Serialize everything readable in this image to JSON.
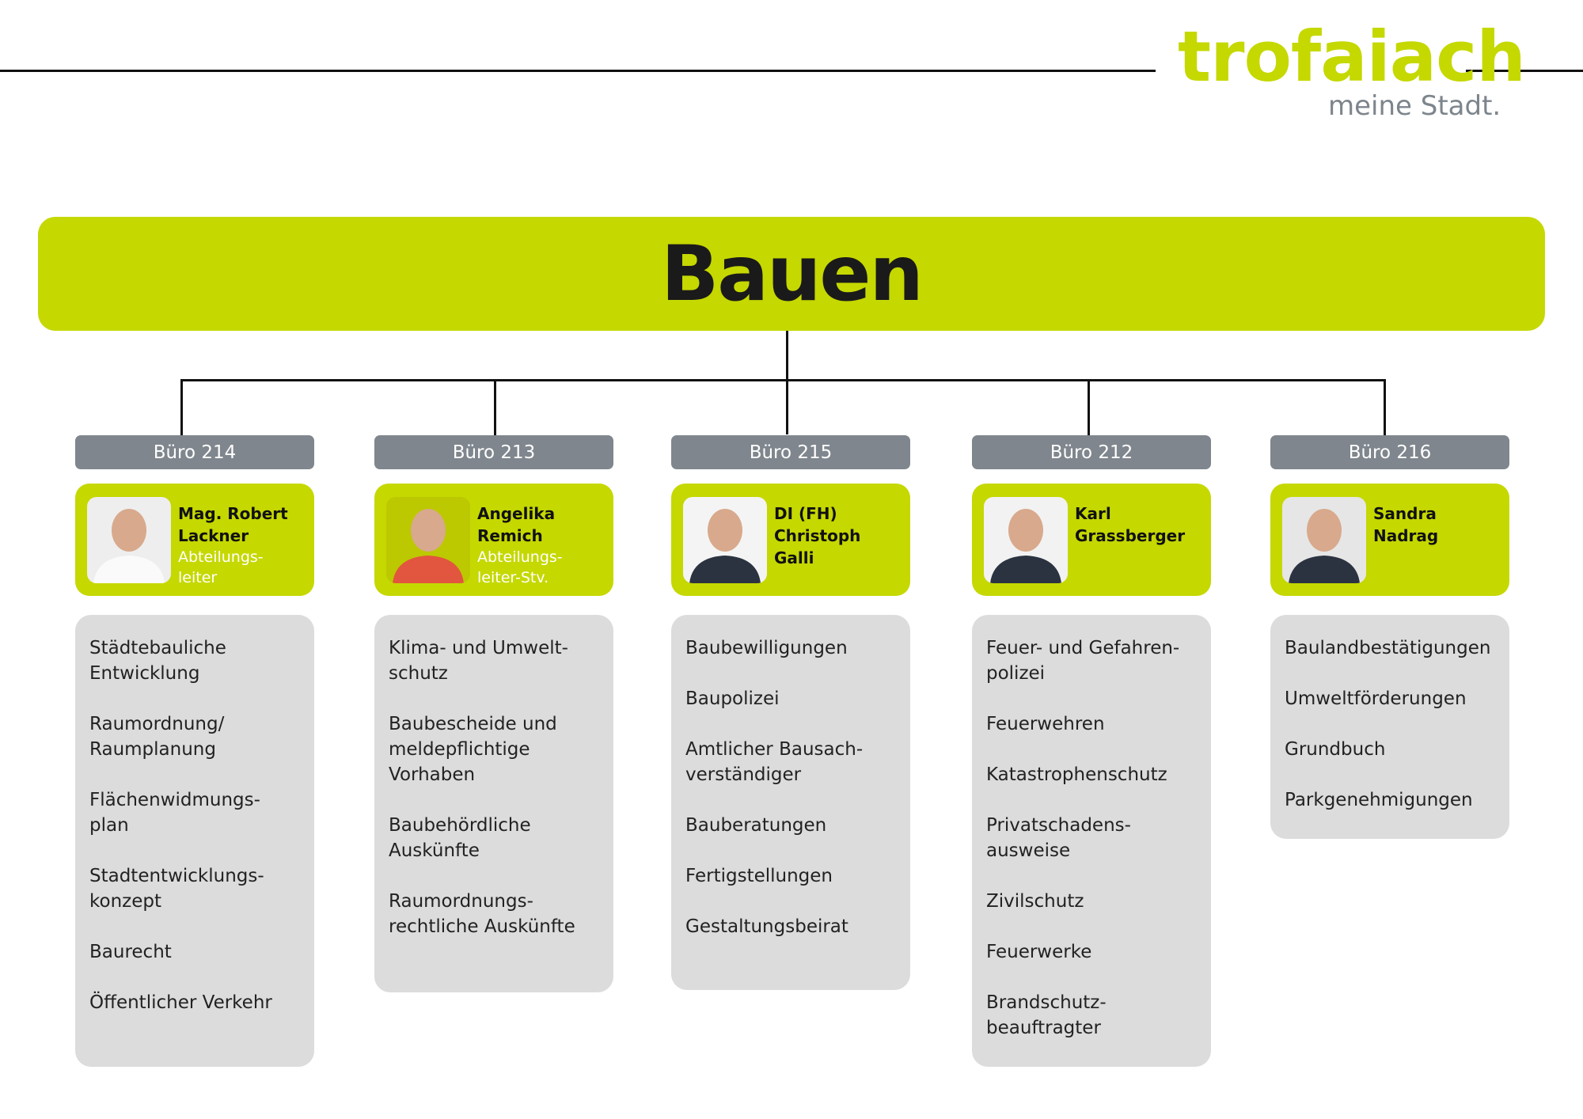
{
  "logo": {
    "brand": "trofaiach",
    "tagline": "meine Stadt."
  },
  "title": "Bauen",
  "colors": {
    "accent": "#c5d800",
    "office": "#7f868d",
    "list": "#dcdcdc"
  },
  "columns": [
    {
      "office": "Büro 214",
      "name": "Mag. Robert Lackner",
      "role": "Abteilungs-\nleiter",
      "photo_bg": "#eeeeee",
      "items": [
        "Städtebauliche\nEntwicklung",
        "Raumordnung/\nRaumplanung",
        "Flächenwidmungs-\nplan",
        "Stadtentwicklungs-\nkonzept",
        "Baurecht",
        "Öffentlicher Verkehr"
      ]
    },
    {
      "office": "Büro 213",
      "name": "Angelika Remich",
      "role": "Abteilungs-\nleiter-Stv.",
      "photo_bg": "#bcc800",
      "items": [
        "Klima- und Umwelt-\nschutz",
        "Baubescheide und\nmeldepflichtige\nVorhaben",
        "Baubehördliche\nAuskünfte",
        "Raumordnungs-\nrechtliche Auskünfte"
      ]
    },
    {
      "office": "Büro 215",
      "name": "DI (FH) Christoph Galli",
      "role": "",
      "photo_bg": "#f4f4f4",
      "items": [
        "Baubewilligungen",
        "Baupolizei",
        "Amtlicher Bausach-\nverständiger",
        "Bauberatungen",
        "Fertigstellungen",
        "Gestaltungsbeirat"
      ]
    },
    {
      "office": "Büro 212",
      "name": "Karl Grassberger",
      "role": "",
      "photo_bg": "#f2f2f2",
      "items": [
        "Feuer- und Gefahren-\npolizei",
        "Feuerwehren",
        "Katastrophenschutz",
        "Privatschadens-\nausweise",
        "Zivilschutz",
        "Feuerwerke",
        "Brandschutz-\nbeauftragter"
      ]
    },
    {
      "office": "Büro 216",
      "name": "Sandra Nadrag",
      "role": "",
      "photo_bg": "#e6e6e6",
      "items": [
        "Baulandbestätigungen",
        "Umweltförderungen",
        "Grundbuch",
        "Parkgenehmigungen"
      ]
    }
  ]
}
